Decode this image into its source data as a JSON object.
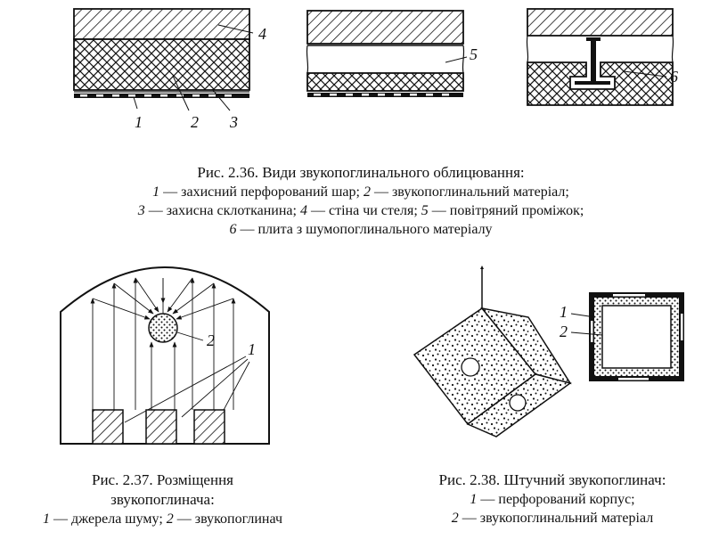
{
  "fig236": {
    "labels": [
      "1",
      "2",
      "3",
      "4",
      "5",
      "6"
    ],
    "caption": {
      "title": "Рис. 2.36. Види звукопоглинального облицювання:",
      "items": [
        {
          "n": "1",
          "t": " — захисний перфорований шар; "
        },
        {
          "n": "2",
          "t": " — звукопоглинальний матеріал;"
        },
        {
          "n": "3",
          "t": " — захисна склотканина; "
        },
        {
          "n": "4",
          "t": " — стіна чи стеля; "
        },
        {
          "n": "5",
          "t": " — повітряний проміжок;"
        },
        {
          "n": "6",
          "t": " — плита з шумопоглинального матеріалу"
        }
      ]
    }
  },
  "fig237": {
    "labels": [
      "1",
      "2"
    ],
    "caption": {
      "title_line1": "Рис. 2.37. Розміщення",
      "title_line2": "звукопоглинача:",
      "items": [
        {
          "n": "1",
          "t": " — джерела шуму; "
        },
        {
          "n": "2",
          "t": " — звукопоглинач"
        }
      ]
    }
  },
  "fig238": {
    "labels": [
      "1",
      "2"
    ],
    "caption": {
      "title": "Рис. 2.38. Штучний звукопоглинач:",
      "items": [
        {
          "n": "1",
          "t": " — перфорований корпус;"
        },
        {
          "n": "2",
          "t": " — звукопоглинальний матеріал"
        }
      ]
    }
  },
  "colors": {
    "ink": "#111111",
    "paper": "#ffffff"
  }
}
